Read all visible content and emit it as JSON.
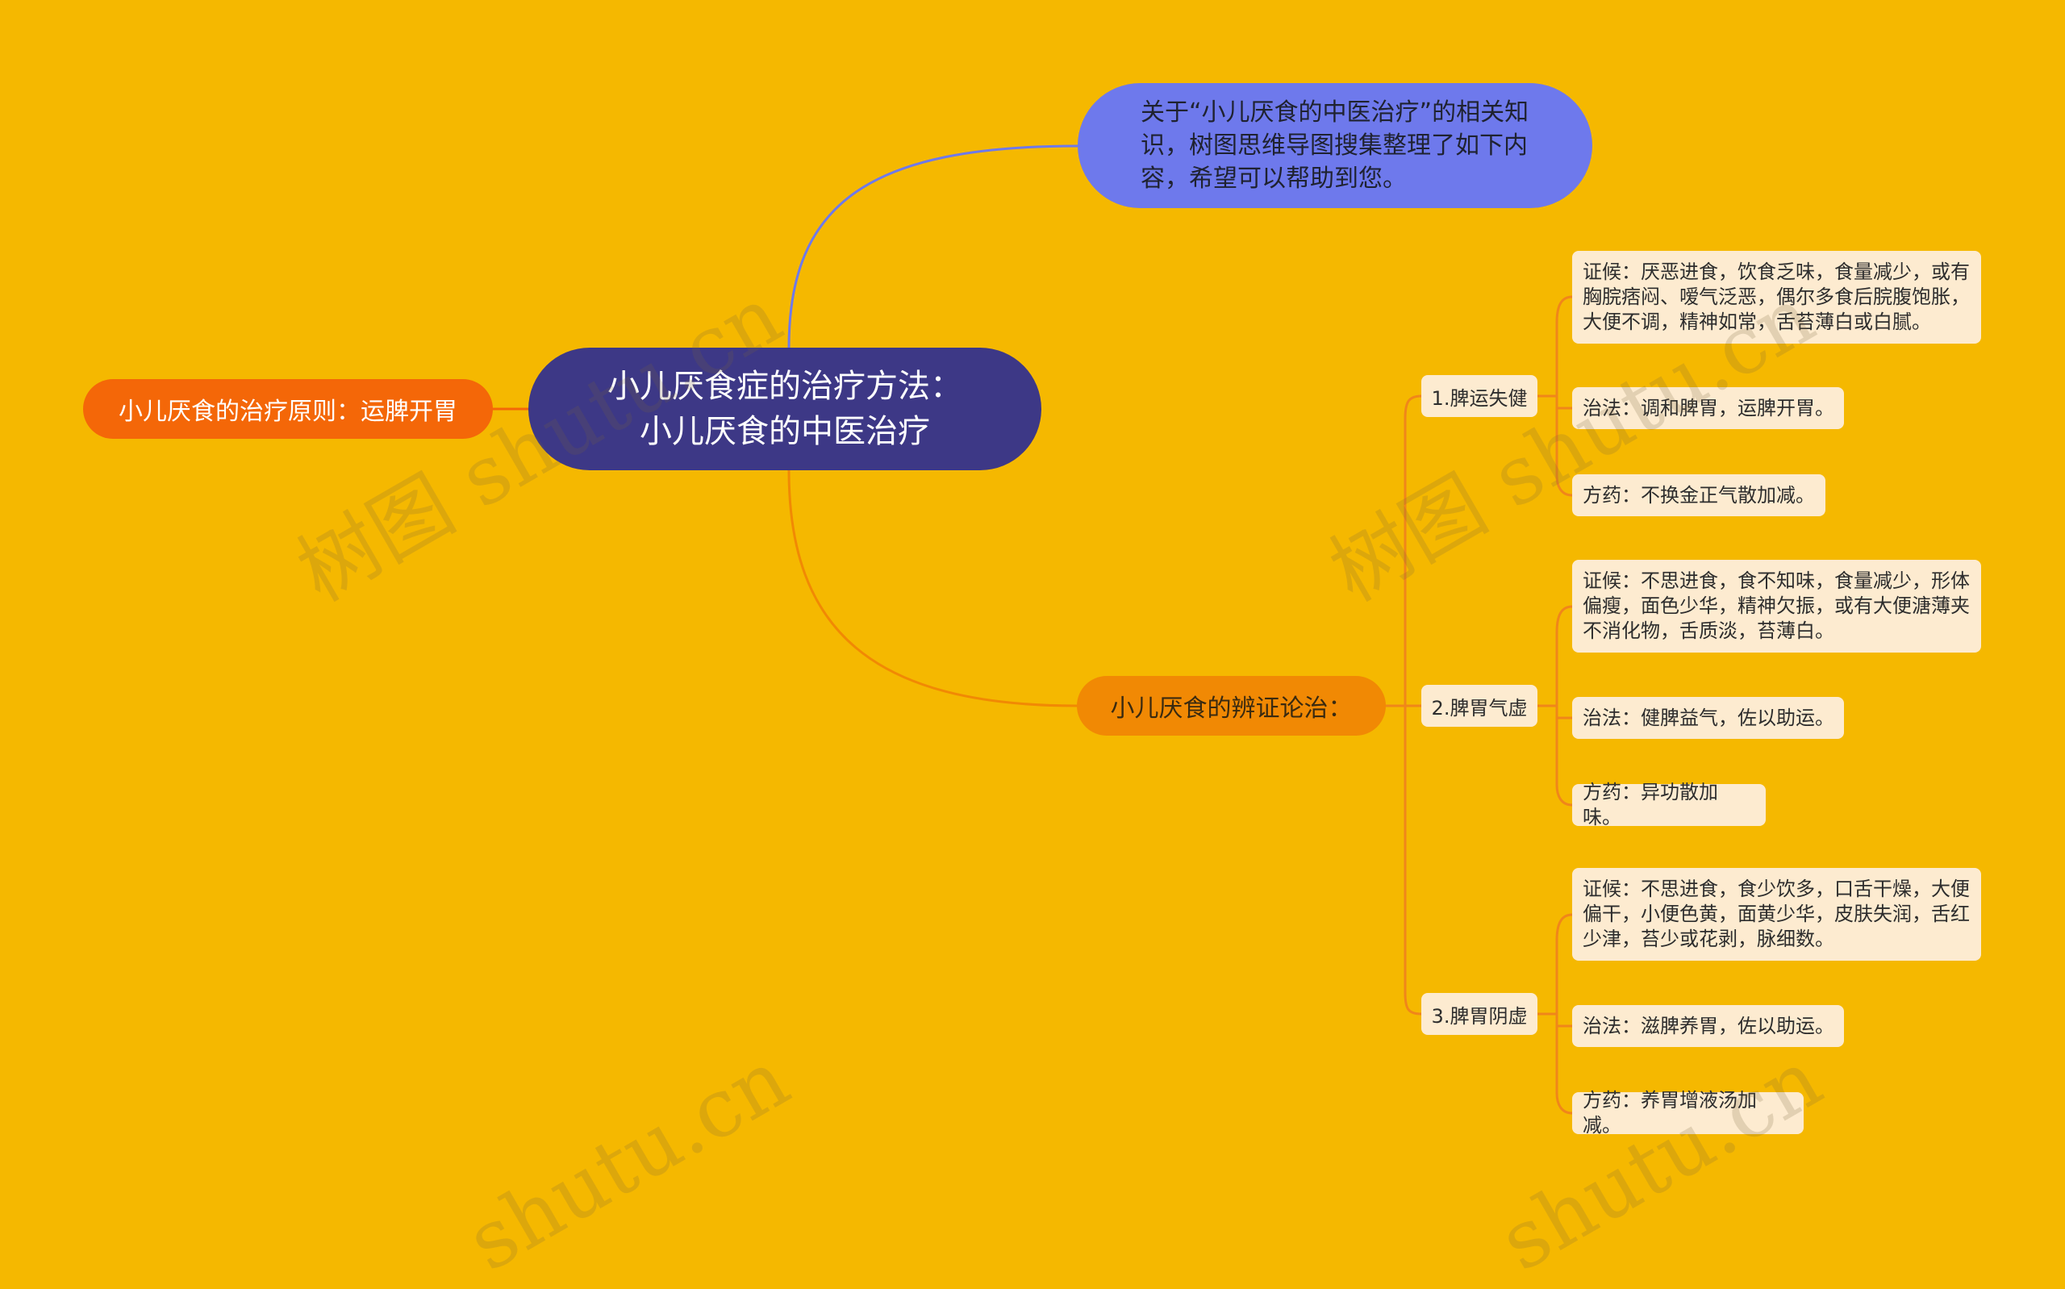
{
  "root": {
    "line1": "小儿厌食症的治疗方法：",
    "line2": "小儿厌食的中医治疗"
  },
  "intro": {
    "text": "关于“小儿厌食的中医治疗”的相关知识，树图思维导图搜集整理了如下内容，希望可以帮助到您。"
  },
  "principle": {
    "text": "小儿厌食的治疗原则：运脾开胃"
  },
  "diagnosis": {
    "label": "小儿厌食的辨证论治：",
    "categories": [
      {
        "label": "1.脾运失健",
        "items": [
          "证候：厌恶进食，饮食乏味，食量减少，或有胸脘痞闷、嗳气泛恶，偶尔多食后脘腹饱胀，大便不调，精神如常，舌苔薄白或白腻。",
          "治法：调和脾胃，运脾开胃。",
          "方药：不换金正气散加减。"
        ]
      },
      {
        "label": "2.脾胃气虚",
        "items": [
          "证候：不思进食，食不知味，食量减少，形体偏瘦，面色少华，精神欠振，或有大便溏薄夹不消化物，舌质淡，苔薄白。",
          "治法：健脾益气，佐以助运。",
          "方药：异功散加味。"
        ]
      },
      {
        "label": "3.脾胃阴虚",
        "items": [
          "证候：不思进食，食少饮多，口舌干燥，大便偏干，小便色黄，面黄少华，皮肤失润，舌红少津，苔少或花剥，脉细数。",
          "治法：滋脾养胃，佐以助运。",
          "方药：养胃增液汤加减。"
        ]
      }
    ]
  },
  "watermarks": [
    "树图 shutu.cn",
    "树图 shutu.cn",
    "shutu.cn",
    "shutu.cn"
  ],
  "colors": {
    "background": "#F5B800",
    "root": "#3D3886",
    "intro": "#6E79EC",
    "principle": "#F46708",
    "diagnosis": "#F18904",
    "leaf": "#FDEBD0",
    "link_blue": "#6E79EC",
    "link_orange": "#F0861A"
  }
}
